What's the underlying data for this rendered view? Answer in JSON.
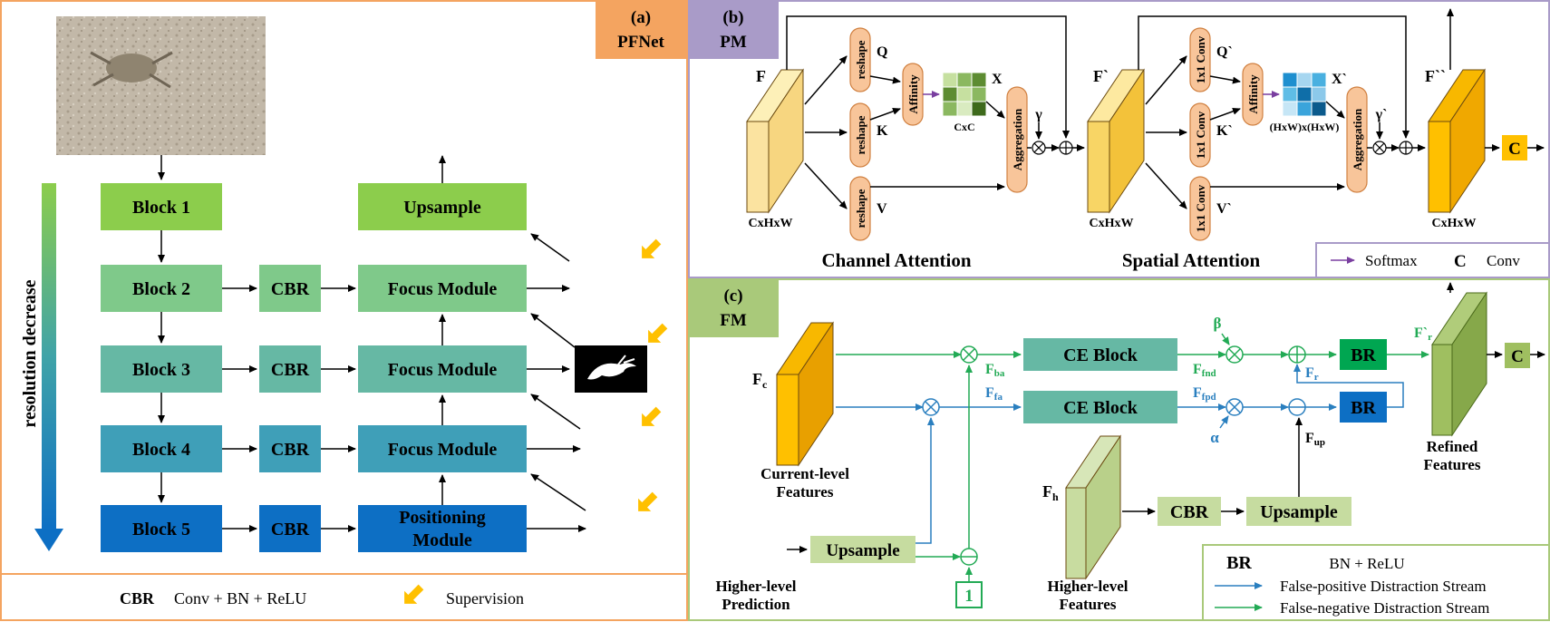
{
  "colors": {
    "panel_a_border": "#f4a460",
    "panel_b_border": "#a99bc8",
    "panel_c_border": "#a9c97a",
    "tag_a": "#f4a460",
    "tag_b": "#a99bc8",
    "tag_c": "#a9c97a",
    "block1": "#8ccd4c",
    "block2": "#7fc98a",
    "block3": "#66b8a4",
    "block4": "#3f9fb8",
    "block5": "#0d6fc4",
    "green_line": "#22aa55",
    "blue_line": "#2a7fbf"
  },
  "panel_a": {
    "tag": [
      "(a)",
      "PFNet"
    ],
    "blocks": [
      "Block 1",
      "Block 2",
      "Block 3",
      "Block 4",
      "Block 5"
    ],
    "cbr": [
      "CBR",
      "CBR",
      "CBR",
      "CBR"
    ],
    "upsample": "Upsample",
    "focus": [
      "Focus Module",
      "Focus Module",
      "Focus Module"
    ],
    "positioning": [
      "Positioning",
      "Module"
    ],
    "axis_label": "resolution decrease",
    "legend": {
      "cbr_key": "CBR",
      "cbr_desc": "Conv + BN + ReLU",
      "supervision": "Supervision"
    }
  },
  "panel_b": {
    "tag": [
      "(b)",
      "PM"
    ],
    "ca": {
      "input": "F",
      "dims": "CxHxW",
      "reshape": "reshape",
      "q": "Q",
      "k": "K",
      "v": "V",
      "affinity": "Affinity",
      "x": "X",
      "cxc": "CxC",
      "aggregation": "Aggregation",
      "gamma": "γ",
      "title": "Channel Attention"
    },
    "sa": {
      "input": "F`",
      "dims": "CxHxW",
      "conv": "1x1 Conv",
      "q": "Q`",
      "k": "K`",
      "v": "V`",
      "affinity": "Affinity",
      "x": "X`",
      "hwhw": "(HxW)x(HxW)",
      "aggregation": "Aggregation",
      "gamma": "γ`",
      "title": "Spatial Attention"
    },
    "output": {
      "label": "F``",
      "dims": "CxHxW",
      "c": "C"
    },
    "legend": {
      "softmax": "Softmax",
      "c_key": "C",
      "c_desc": "Conv"
    }
  },
  "panel_c": {
    "tag": [
      "(c)",
      "FM"
    ],
    "fc_main": "F",
    "fc_sub": "c",
    "current_label": [
      "Current-level",
      "Features"
    ],
    "fba_main": "F",
    "fba_sub": "ba",
    "ffa_main": "F",
    "ffa_sub": "fa",
    "ce": [
      "CE Block",
      "CE Block"
    ],
    "ffnd_main": "F",
    "ffnd_sub": "fnd",
    "ffpd_main": "F",
    "ffpd_sub": "fpd",
    "beta": "β",
    "alpha": "α",
    "br": [
      "BR",
      "BR"
    ],
    "fr_main": "F",
    "fr_sub": "r",
    "frp_main": "F`",
    "frp_sub": "r",
    "fup_main": "F",
    "fup_sub": "up",
    "refined_label": [
      "Refined",
      "Features"
    ],
    "c": "C",
    "fh_main": "F",
    "fh_sub": "h",
    "cbr": "CBR",
    "upsample_h": "Upsample",
    "upsample_p": "Upsample",
    "one": "1",
    "higher_pred": [
      "Higher-level",
      "Prediction"
    ],
    "higher_feat": [
      "Higher-level",
      "Features"
    ],
    "legend": {
      "br_key": "BR",
      "br_desc": "BN + ReLU",
      "fp": "False-positive Distraction Stream",
      "fn": "False-negative Distraction Stream"
    }
  }
}
